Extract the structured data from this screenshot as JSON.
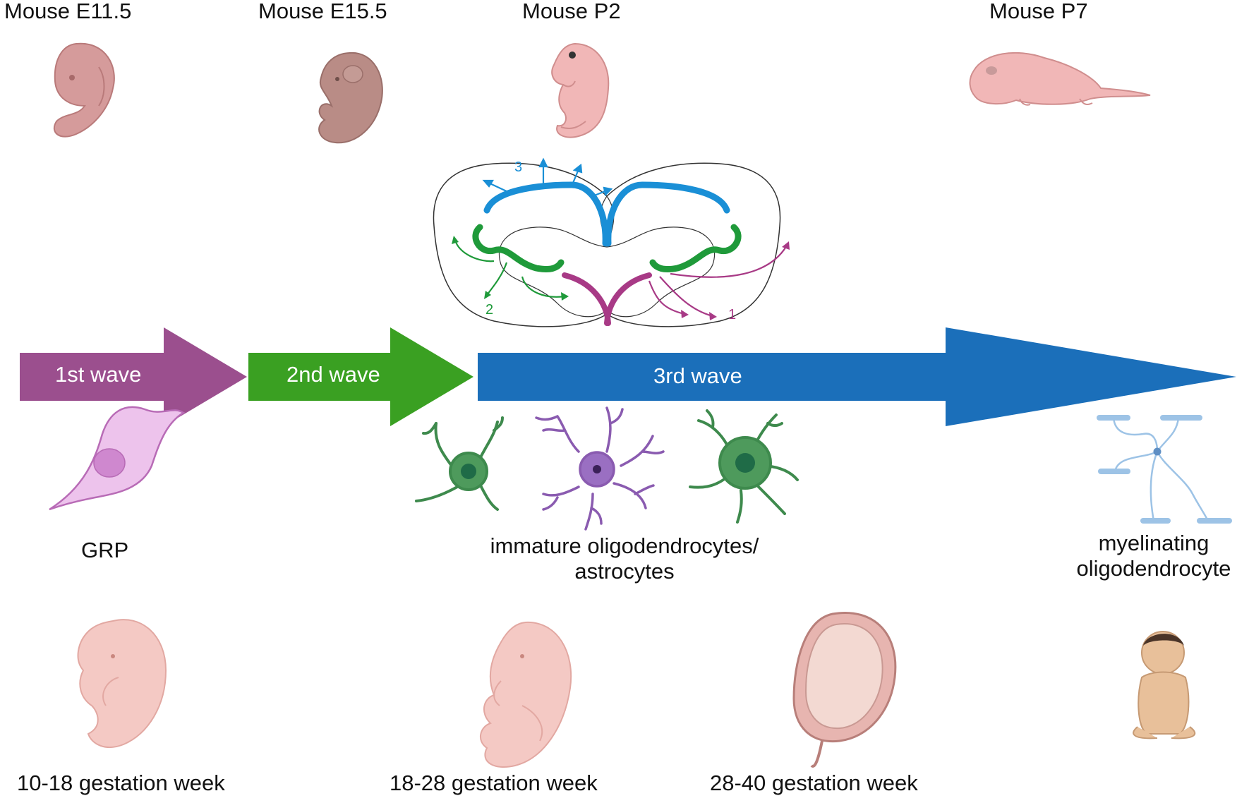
{
  "mouse_stages": [
    "Mouse E11.5",
    "Mouse E15.5",
    "Mouse P2",
    "Mouse P7"
  ],
  "waves": [
    {
      "label": "1st wave",
      "color": "#9b4f8e"
    },
    {
      "label": "2nd wave",
      "color": "#3aa022"
    },
    {
      "label": "3rd wave",
      "color": "#1b6fba"
    }
  ],
  "spinal_cord": {
    "numbers": [
      "1",
      "2",
      "3"
    ],
    "colors": {
      "ventral": "#a83a86",
      "middle": "#1f9a3a",
      "dorsal": "#1a8fd6"
    }
  },
  "cell_labels": {
    "grp": "GRP",
    "immature_line1": "immature oligodendrocytes/",
    "immature_line2": "astrocytes",
    "myelin_line1": "myelinating",
    "myelin_line2": "oligodendrocyte"
  },
  "human_stages": [
    "10-18 gestation week",
    "18-28 gestation week",
    "28-40 gestation week"
  ],
  "colors": {
    "mouse_skin": "#d59b9b",
    "human_skin": "#f4c9c4",
    "grp_cell": "#d79bd6",
    "astro_green": "#3e8a4d",
    "astro_purple": "#8a5bb0",
    "myelin": "#9dc3e6"
  }
}
